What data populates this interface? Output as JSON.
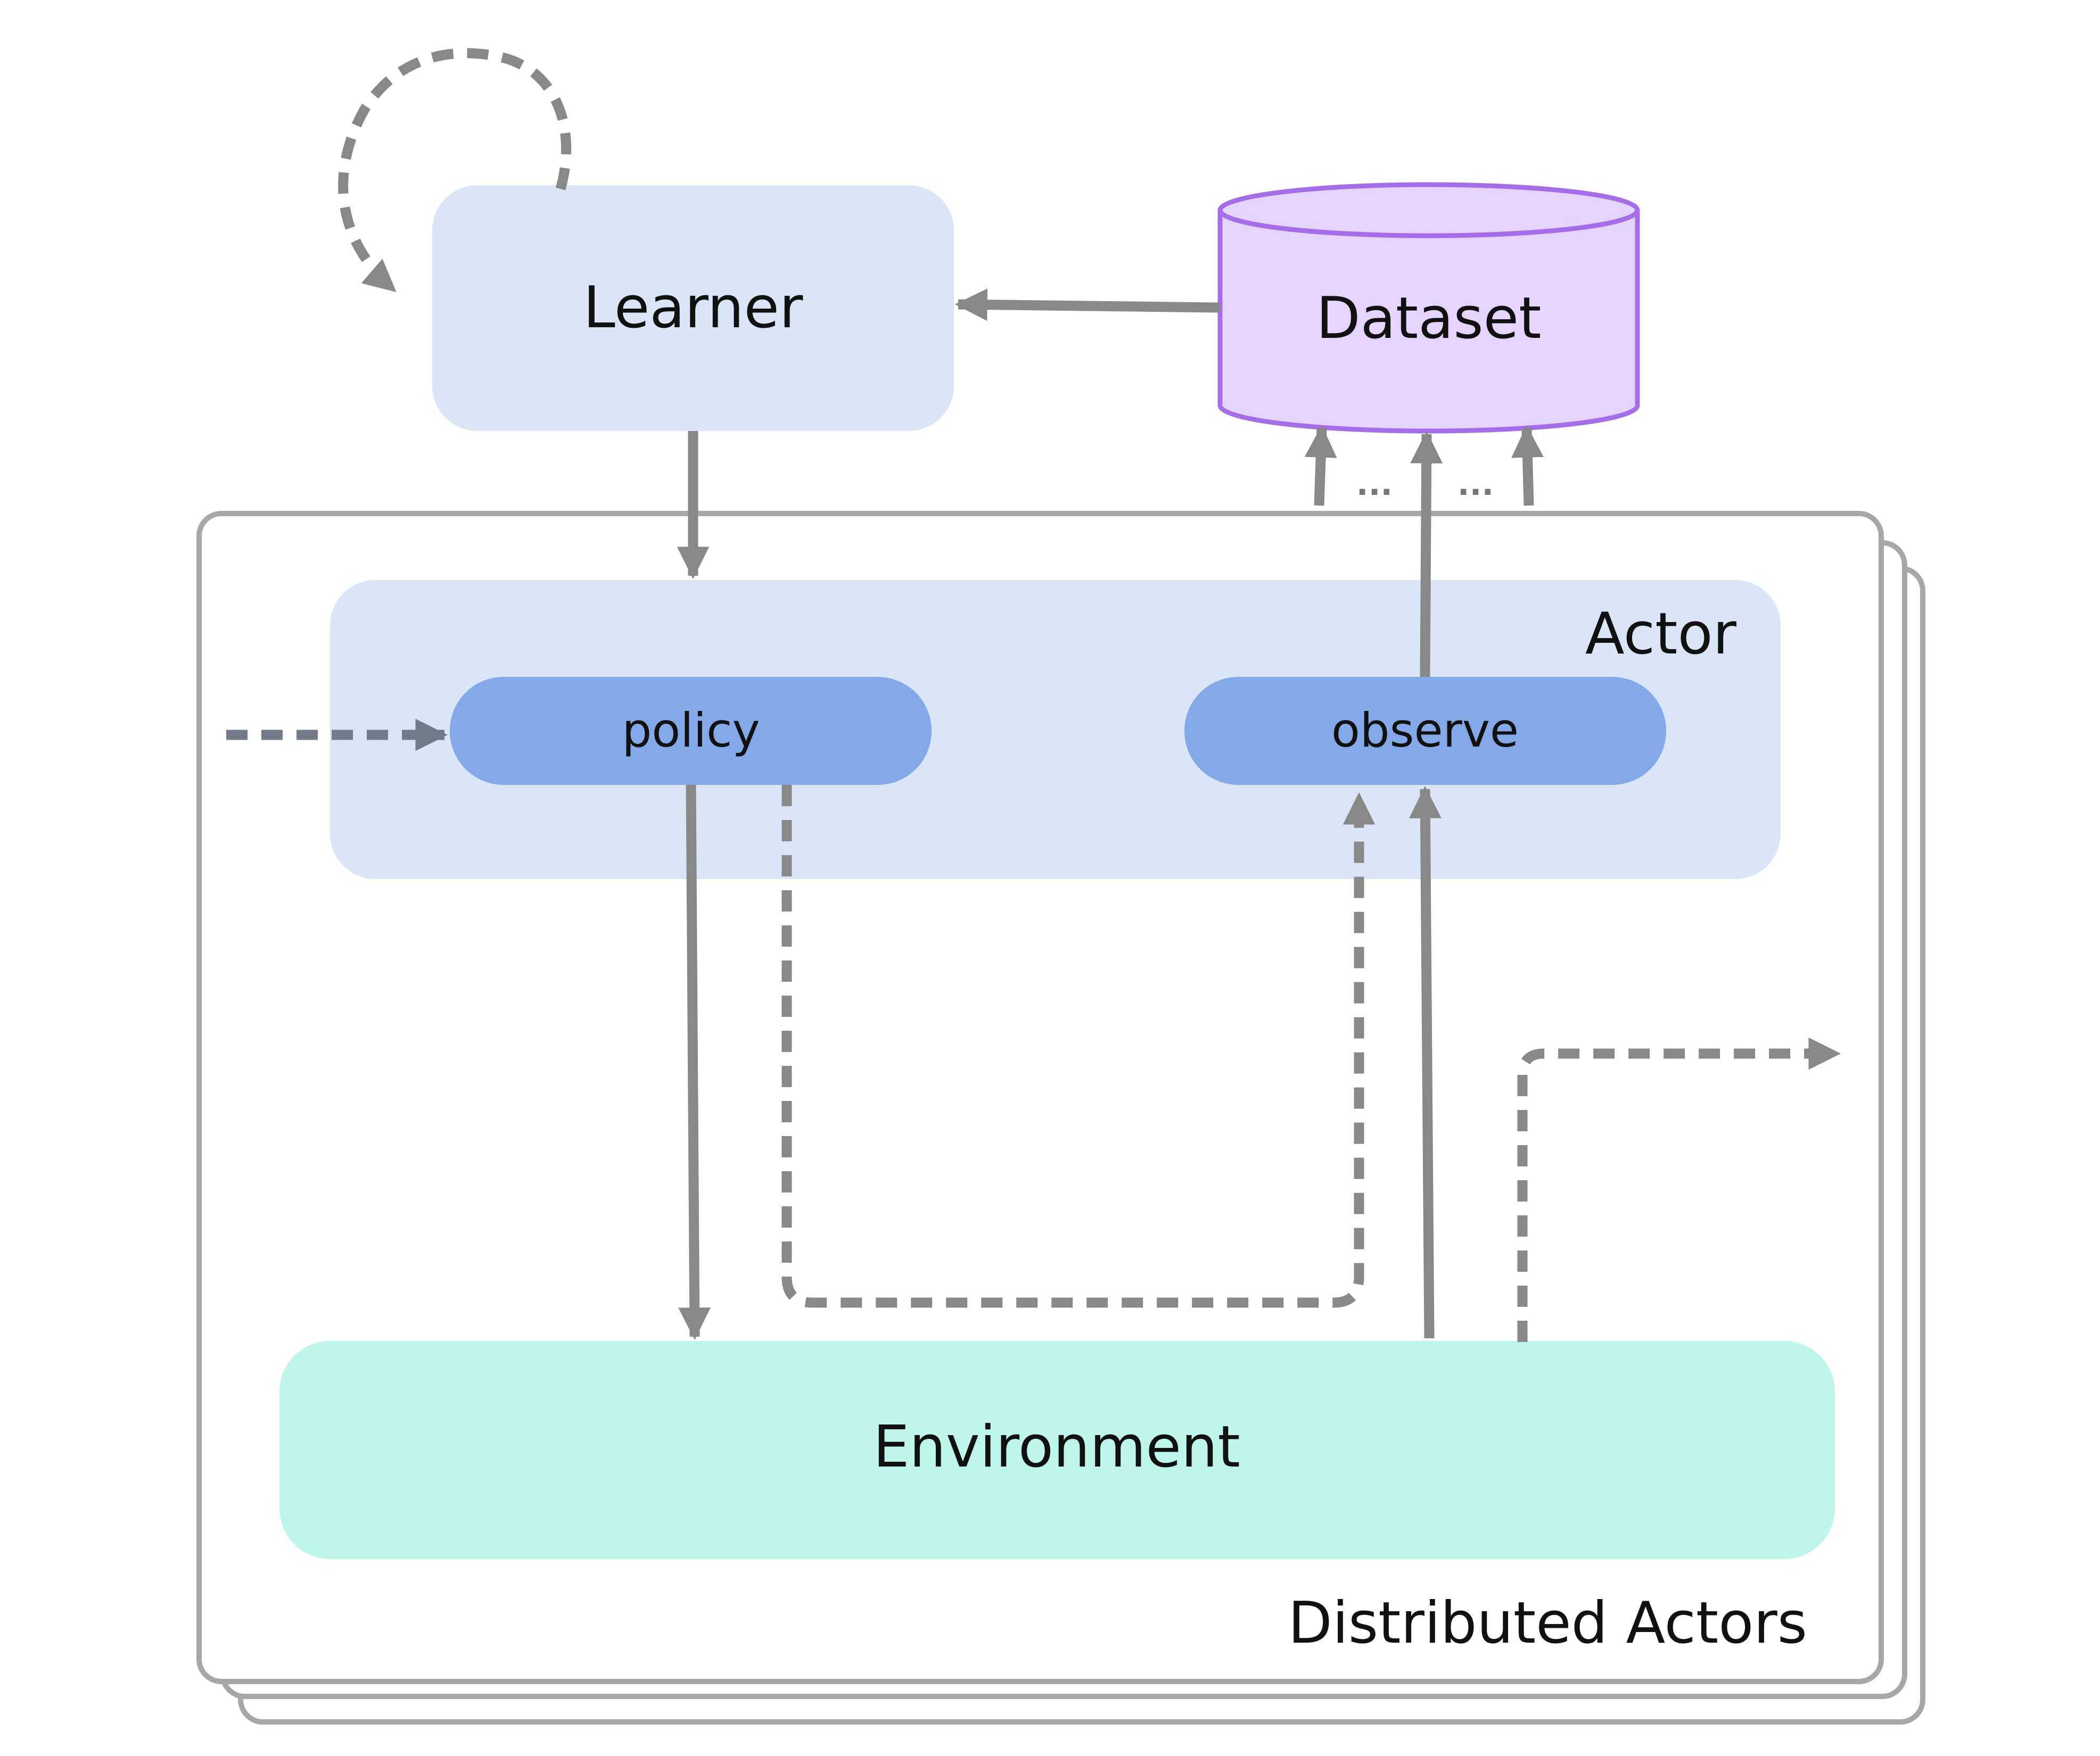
{
  "nodes": {
    "learner": "Learner",
    "dataset": "Dataset",
    "actor": "Actor",
    "policy": "policy",
    "observe": "observe",
    "environment": "Environment",
    "distributed_actors": "Distributed Actors"
  },
  "ellipsis": [
    "...",
    "..."
  ],
  "colors": {
    "learner_fill": "#dae5f8",
    "actor_fill": "#dae5f8",
    "pill_fill": "#84a9e8",
    "dataset_fill": "#e5d4fd",
    "dataset_stroke": "#a66de8",
    "environment_fill": "#bff6ec",
    "frame_stroke": "#a7a7a7",
    "arrow": "#888888"
  }
}
